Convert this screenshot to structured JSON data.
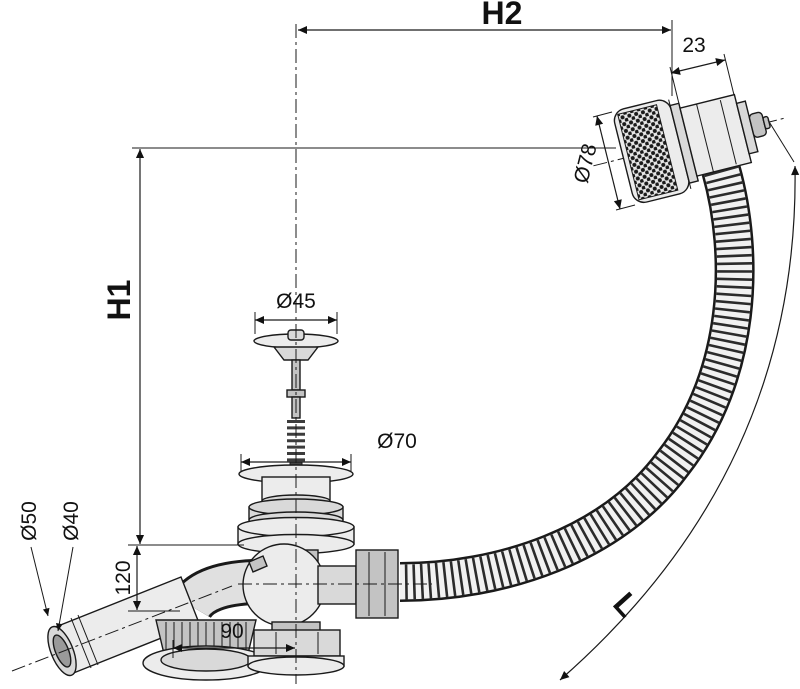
{
  "drawing": {
    "kind": "technical dimension drawing",
    "colors": {
      "line": "#1a1a1a",
      "background": "#ffffff",
      "fill_light": "#ececec",
      "fill_mid": "#d9d9d9"
    },
    "labels": {
      "H2": "H2",
      "H1": "H1",
      "L": "L",
      "d78": "Ø78",
      "w23": "23",
      "d45": "Ø45",
      "d70": "Ø70",
      "d50": "Ø50",
      "d40": "Ø40",
      "h120": "120",
      "w90": "90"
    }
  }
}
